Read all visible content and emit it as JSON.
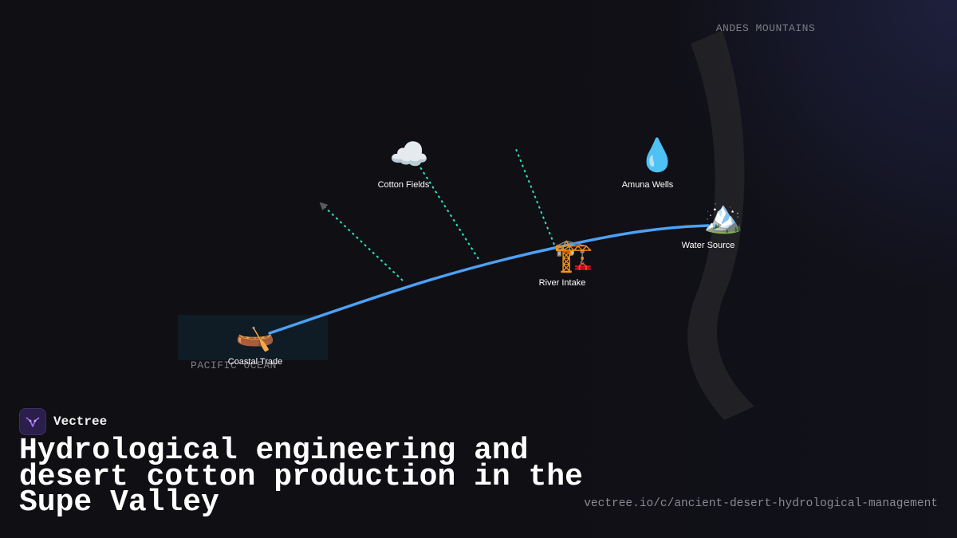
{
  "regions": {
    "andes": "ANDES MOUNTAINS",
    "pacific": "PACIFIC OCEAN"
  },
  "nodes": {
    "cotton_fields": {
      "label": "Cotton Fields",
      "icon": "cloud-icon",
      "glyph": "☁️"
    },
    "amuna_wells": {
      "label": "Amuna Wells",
      "icon": "droplet-icon",
      "glyph": "💧"
    },
    "water_source": {
      "label": "Water Source",
      "icon": "snow-mountain-icon",
      "glyph": "🏔️"
    },
    "river_intake": {
      "label": "River Intake",
      "icon": "construction-crane-icon",
      "glyph": "🏗️"
    },
    "coastal_trade": {
      "label": "Coastal Trade",
      "icon": "canoe-icon",
      "glyph": "🛶"
    }
  },
  "brand": {
    "name": "Vectree",
    "logo_icon": "vectree-logo-icon"
  },
  "title": "Hydrological engineering and desert cotton production in the Supe Valley",
  "url": "vectree.io/c/ancient-desert-hydrological-management",
  "colors": {
    "background": "#0f0f14",
    "river": "#4ea1f5",
    "canal": "#2de3c3",
    "arrow": "#5a5a5a",
    "mountain_band": "#242427",
    "ocean_box": "#0f1c26"
  }
}
